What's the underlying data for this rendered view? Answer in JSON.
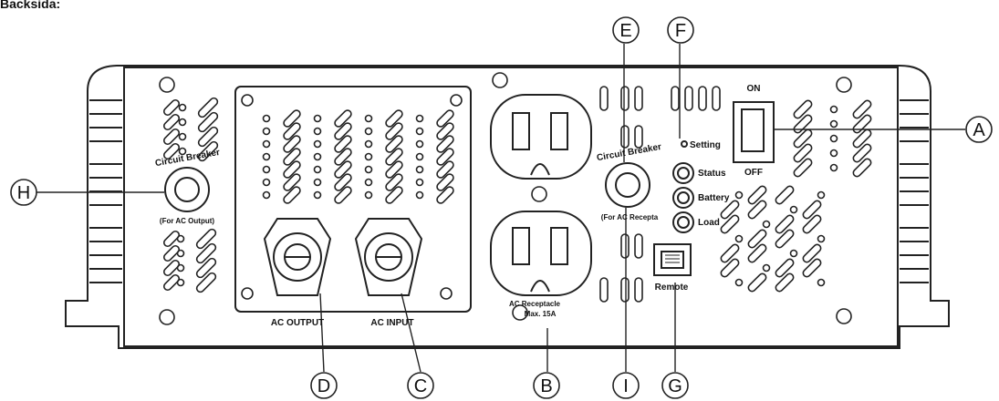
{
  "header_text": "Backsida:",
  "callouts": {
    "A": "A",
    "B": "B",
    "C": "C",
    "D": "D",
    "E": "E",
    "F": "F",
    "G": "G",
    "H": "H",
    "I": "I"
  },
  "labels": {
    "circuit_breaker": "Circuit Breaker",
    "for_ac_output": "(For AC Output)",
    "for_ac_recepta": "(For AC Recepta",
    "ac_output": "AC OUTPUT",
    "ac_input": "AC INPUT",
    "ac_receptacle": "AC Receptacle",
    "max_15a": "Max. 15A",
    "remote": "Remote",
    "setting": "Setting",
    "status": "Status",
    "battery": "Battery",
    "load": "Load",
    "on": "ON",
    "off": "OFF"
  }
}
